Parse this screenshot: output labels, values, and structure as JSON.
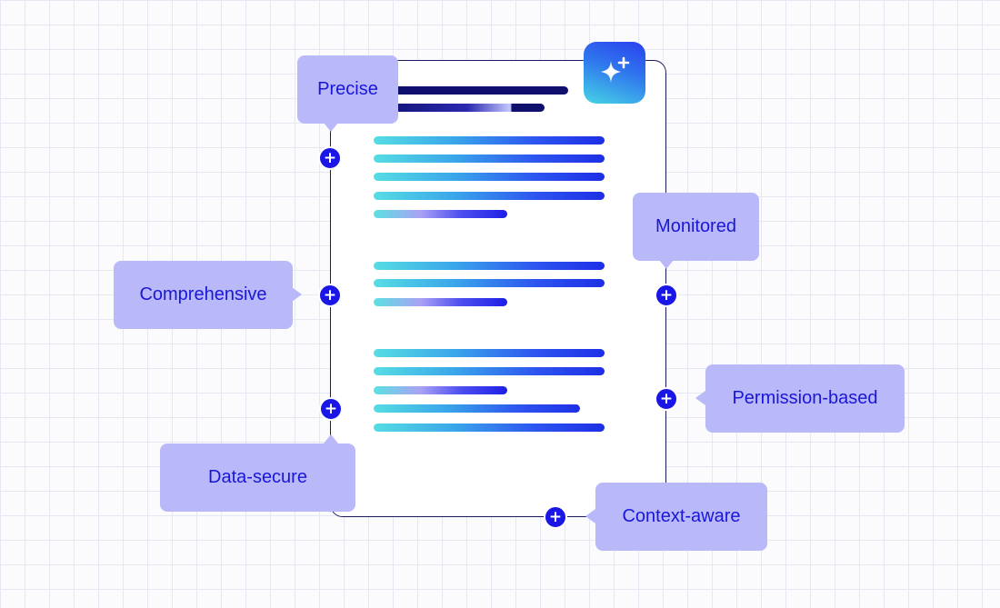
{
  "tags": {
    "precise": "Precise",
    "monitored": "Monitored",
    "comprehensive": "Comprehensive",
    "permission": "Permission-based",
    "data_secure": "Data-secure",
    "context_aware": "Context-aware"
  },
  "icons": {
    "ai": "sparkle-icon",
    "node": "plus-icon"
  },
  "colors": {
    "tag_fill": "#b9b9fa",
    "tag_text": "#1a16d8",
    "node": "#1a17e6",
    "frame": "#1b1a63"
  }
}
